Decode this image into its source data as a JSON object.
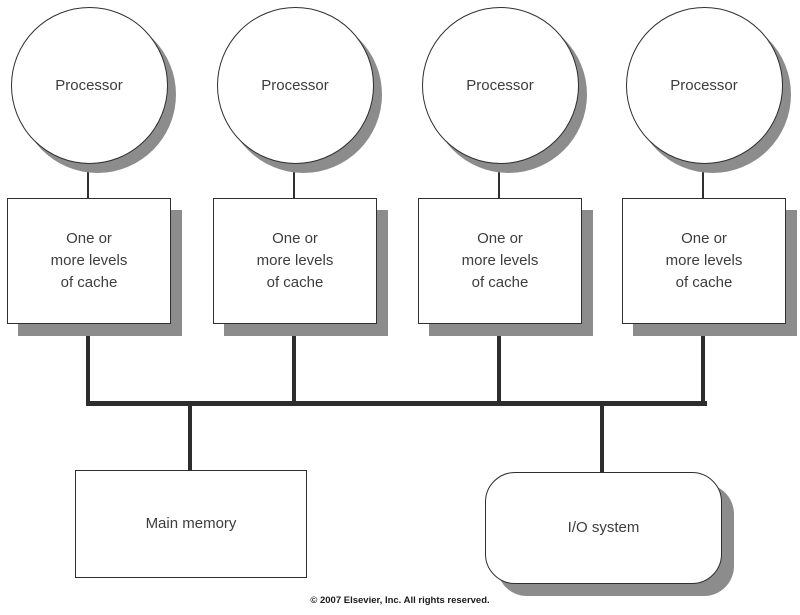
{
  "diagram": {
    "type": "shared-bus-multiprocessor-architecture",
    "processors": [
      {
        "label": "Processor"
      },
      {
        "label": "Processor"
      },
      {
        "label": "Processor"
      },
      {
        "label": "Processor"
      }
    ],
    "caches": [
      {
        "label": "One or\nmore levels\nof cache"
      },
      {
        "label": "One or\nmore levels\nof cache"
      },
      {
        "label": "One or\nmore levels\nof cache"
      },
      {
        "label": "One or\nmore levels\nof cache"
      }
    ],
    "main_memory": {
      "label": "Main memory"
    },
    "io_system": {
      "label": "I/O system"
    },
    "colors": {
      "shadow": "#8c8c8c",
      "border": "#2f2f2f",
      "bus": "#2d2d2d",
      "text": "#3d3d3d",
      "background": "#ffffff"
    },
    "footer": {
      "copyright": "© 2007 Elsevier, Inc. All rights reserved."
    }
  }
}
